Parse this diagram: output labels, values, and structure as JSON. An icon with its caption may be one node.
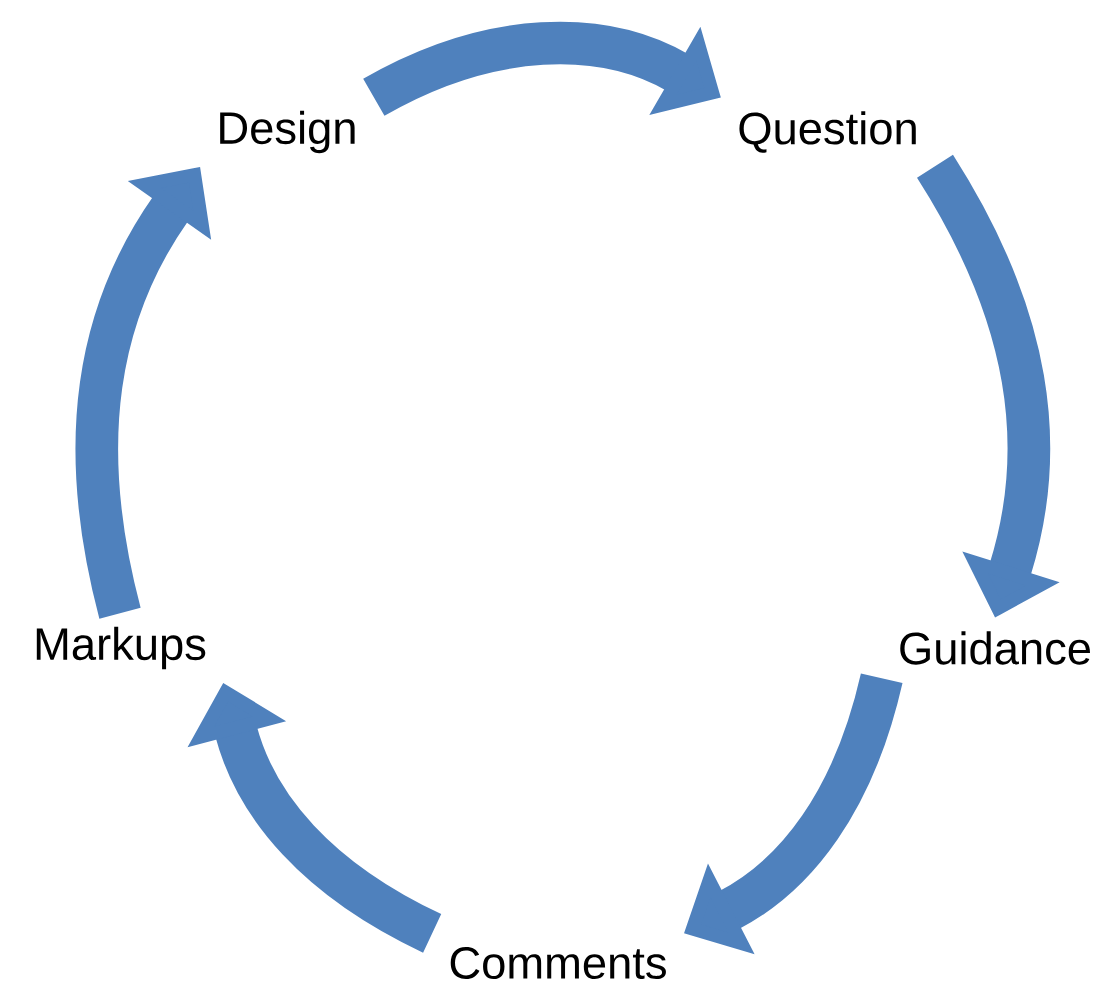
{
  "diagram": {
    "nodes": [
      {
        "text": [
          "Design"
        ]
      },
      {
        "text": [
          "Question"
        ]
      },
      {
        "text": [
          "Guidance"
        ]
      },
      {
        "text": [
          "Comments"
        ]
      },
      {
        "text": [
          "Markups"
        ]
      }
    ],
    "edges": [
      {
        "from": 0,
        "to": 1,
        "arrow": "to"
      },
      {
        "from": 1,
        "to": 2,
        "arrow": "to"
      },
      {
        "from": 2,
        "to": 3,
        "arrow": "to"
      },
      {
        "from": 3,
        "to": 4,
        "arrow": "to"
      },
      {
        "from": 4,
        "to": 0,
        "arrow": "to"
      }
    ]
  }
}
